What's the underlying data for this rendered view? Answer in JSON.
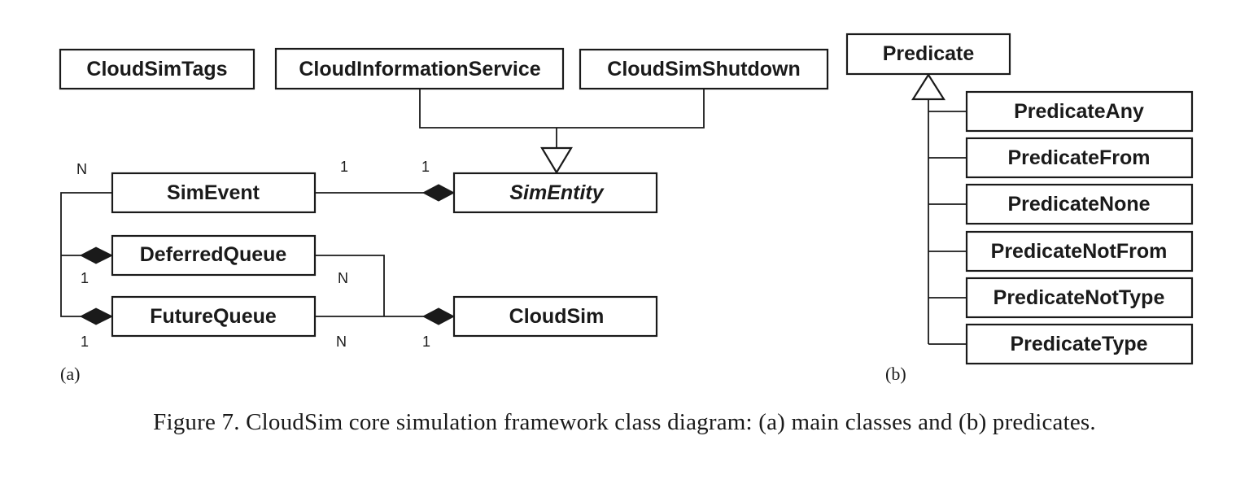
{
  "panel_a": {
    "label": "(a)",
    "classes": {
      "cloudsim_tags": "CloudSimTags",
      "cloud_information_service": "CloudInformationService",
      "cloudsim_shutdown": "CloudSimShutdown",
      "sim_event": "SimEvent",
      "sim_entity": "SimEntity",
      "deferred_queue": "DeferredQueue",
      "future_queue": "FutureQueue",
      "cloudsim": "CloudSim"
    },
    "multiplicities": {
      "simevent_n": "N",
      "simevent_entity_1": "1",
      "entity_simevent_1": "1",
      "deferred_1": "1",
      "deferred_n": "N",
      "future_1": "1",
      "future_n": "N",
      "cloudsim_1": "1"
    }
  },
  "panel_b": {
    "label": "(b)",
    "parent": "Predicate",
    "children": [
      "PredicateAny",
      "PredicateFrom",
      "PredicateNone",
      "PredicateNotFrom",
      "PredicateNotType",
      "PredicateType"
    ]
  },
  "caption": "Figure 7. CloudSim core simulation framework class diagram: (a) main classes and (b) predicates."
}
